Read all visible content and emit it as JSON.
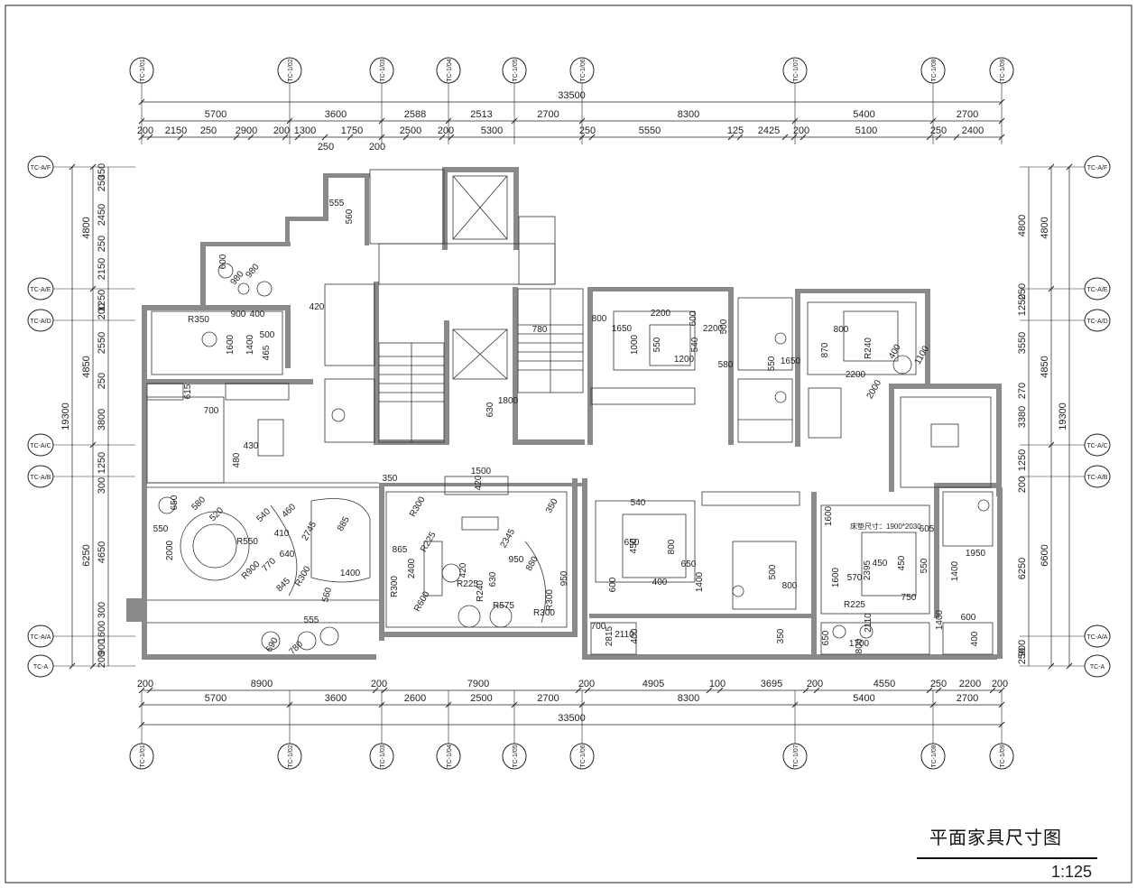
{
  "drawing": {
    "title": "平面家具尺寸图",
    "scale": "1:125",
    "bed_note": "床垫尺寸：1900*2030"
  },
  "grid_x": {
    "labels": [
      "TC-1/01",
      "TC-1/02",
      "TC-1/03",
      "TC-1/04",
      "TC-1/05",
      "TC-1/06",
      "TC-1/07",
      "TC-1/08",
      "TC-1/09"
    ]
  },
  "grid_y": {
    "labels": [
      "TC-A/F",
      "TC-A/E",
      "TC-A/D",
      "TC-A/C",
      "TC-A/B",
      "TC-A/A",
      "TC-A"
    ]
  },
  "dims": {
    "top_total": "33500",
    "top_row1": [
      "5700",
      "3600",
      "2588",
      "2513",
      "2700",
      "8300",
      "5400",
      "2700"
    ],
    "top_row2": [
      "200",
      "2150",
      "250",
      "2900",
      "200",
      "1300",
      "1750",
      "2500",
      "200",
      "5300",
      "250",
      "5550",
      "125",
      "2425",
      "200",
      "5100",
      "250",
      "2400"
    ],
    "top_row2_low": [
      "250",
      "200"
    ],
    "bottom_row1": [
      "200",
      "8900",
      "200",
      "7900",
      "200",
      "4905",
      "100",
      "3695",
      "200",
      "4550",
      "250",
      "2200",
      "200"
    ],
    "bottom_row2": [
      "5700",
      "3600",
      "2600",
      "2500",
      "2700",
      "8300",
      "5400",
      "2700"
    ],
    "bottom_total": "33500",
    "left_outer": [
      "4800",
      "4850",
      "6250"
    ],
    "left_total": "19300",
    "left_inner": [
      "350",
      "250",
      "2450",
      "250",
      "2150",
      "1250",
      "200",
      "2550",
      "250",
      "3800",
      "1250",
      "300",
      "4650",
      "300",
      "1600",
      "900",
      "200"
    ],
    "right_outer": [
      "4800",
      "4850",
      "6600"
    ],
    "right_total": "19300",
    "right_inner": [
      "4800",
      "250",
      "1250",
      "3550",
      "270",
      "3380",
      "1250",
      "200",
      "6250",
      "250",
      "900"
    ]
  },
  "furniture_dims": [
    "555",
    "560",
    "600",
    "980",
    "980",
    "R350",
    "900",
    "400",
    "1600",
    "1400",
    "500",
    "465",
    "615",
    "700",
    "430",
    "480",
    "1500",
    "420",
    "350",
    "R300",
    "650",
    "580",
    "520",
    "540",
    "460",
    "2745",
    "885",
    "550",
    "2000",
    "R550",
    "410",
    "640",
    "770",
    "R900",
    "845",
    "R300",
    "1400",
    "560",
    "555",
    "780",
    "690",
    "865",
    "2400",
    "R225",
    "R300",
    "R600",
    "420",
    "R225",
    "R240",
    "630",
    "950",
    "R575",
    "2345",
    "880",
    "950",
    "R300",
    "R300",
    "350",
    "420",
    "800",
    "2200",
    "1650",
    "1000",
    "550",
    "540",
    "2200",
    "600",
    "500",
    "1200",
    "580",
    "630",
    "1800",
    "780",
    "870",
    "800",
    "R240",
    "400",
    "1100",
    "2200",
    "2000",
    "1650",
    "550",
    "540",
    "650",
    "450",
    "800",
    "600",
    "400",
    "650",
    "1400",
    "500",
    "800",
    "700",
    "2815",
    "2110",
    "400",
    "1600",
    "1600",
    "2395",
    "450",
    "450",
    "550",
    "570",
    "605",
    "1950",
    "1400",
    "R225",
    "2110",
    "750",
    "1700",
    "800",
    "1400",
    "650",
    "600",
    "400",
    "350"
  ],
  "colors": {
    "wall": "#8a8a8a",
    "line": "#222222",
    "light": "#9a9a9a"
  }
}
